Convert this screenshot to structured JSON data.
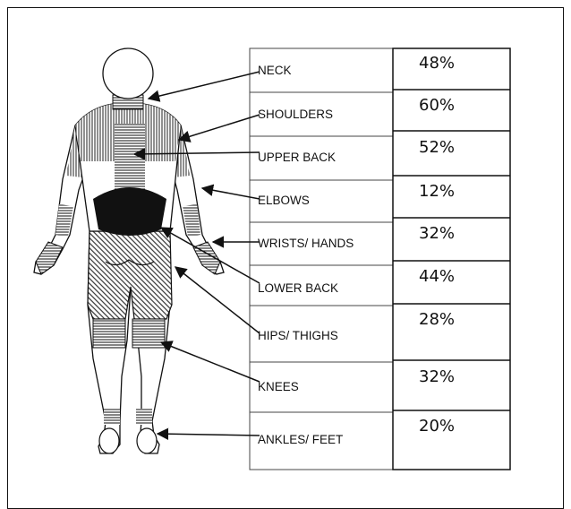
{
  "regions": [
    {
      "label": "NECK",
      "percent": "48%"
    },
    {
      "label": "SHOULDERS",
      "percent": "60%"
    },
    {
      "label": "UPPER BACK",
      "percent": "52%"
    },
    {
      "label": "ELBOWS",
      "percent": "12%"
    },
    {
      "label": "WRISTS/ HANDS",
      "percent": "32%"
    },
    {
      "label": "LOWER BACK",
      "percent": "44%"
    },
    {
      "label": "HIPS/ THIGHS",
      "percent": "28%"
    },
    {
      "label": "KNEES",
      "percent": "32%"
    },
    {
      "label": "ANKLES/ FEET",
      "percent": "20%"
    }
  ]
}
